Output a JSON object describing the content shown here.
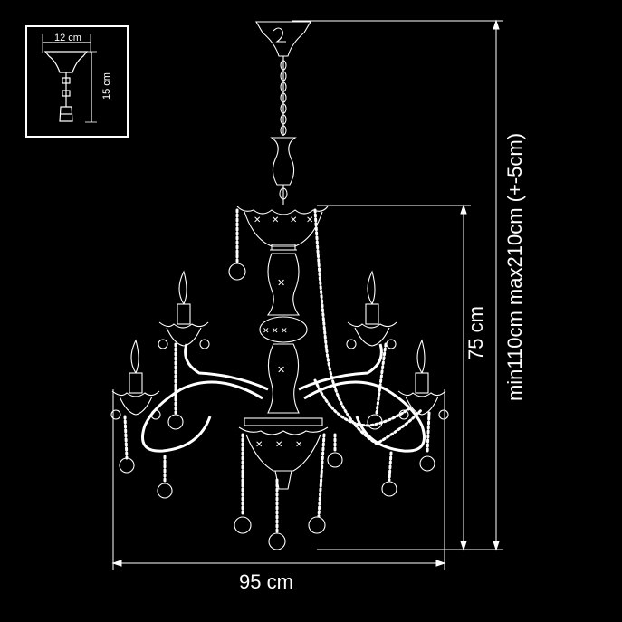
{
  "inset": {
    "width_label": "12 cm",
    "height_label": "15 cm"
  },
  "dimensions": {
    "width_label": "95 cm",
    "body_height_label": "75 cm",
    "total_height_label": "min110cm  max210cm (+-5cm)"
  },
  "colors": {
    "background": "#000000",
    "line": "#ffffff"
  }
}
